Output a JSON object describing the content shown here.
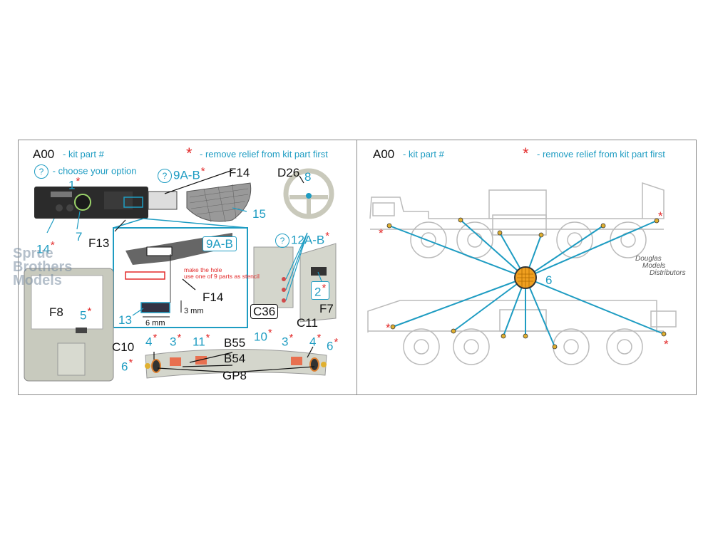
{
  "left": {
    "kit_code": "A00",
    "kit_part_text": "- kit part #",
    "remove_relief_text": "- remove relief from kit part first",
    "choose_option_text": "- choose your option",
    "question_mark": "?",
    "asterisk": "*",
    "labels": {
      "l1": "1",
      "l7": "7",
      "l13": "13",
      "l14": "14",
      "l15": "15",
      "l8": "8",
      "l9ab": "9A-B",
      "l9ab_box": "9A-B",
      "l12ab": "12A-B",
      "l2": "2",
      "l5": "5",
      "l4a": "4",
      "l3a": "3",
      "l11": "11",
      "l10": "10",
      "l3b": "3",
      "l4b": "4",
      "l6a": "6",
      "l6b": "6"
    },
    "part_codes": {
      "f14a": "F14",
      "f14b": "F14",
      "d26": "D26",
      "f13": "F13",
      "f8": "F8",
      "c36": "C36",
      "f7": "F7",
      "c10": "C10",
      "c11": "C11",
      "b55": "B55",
      "b54": "B54",
      "gp8": "GP8"
    },
    "note_line1": "make the hole",
    "note_line2": "use one of 9 parts as stencil",
    "dim_3mm": "3 mm",
    "dim_6mm": "6 mm"
  },
  "right": {
    "kit_code": "A00",
    "kit_part_text": "- kit part #",
    "remove_relief_text": "- remove relief from kit part first",
    "asterisk": "*",
    "label_6": "6",
    "distributor": [
      "Douglas",
      "Models",
      "Distributors"
    ]
  },
  "watermark": [
    "Sprue",
    "Brothers",
    "Models"
  ],
  "colors": {
    "cyan": "#1e9cc2",
    "red": "#e32a2a",
    "orange": "#f0a020",
    "border": "#8a8a8a"
  }
}
